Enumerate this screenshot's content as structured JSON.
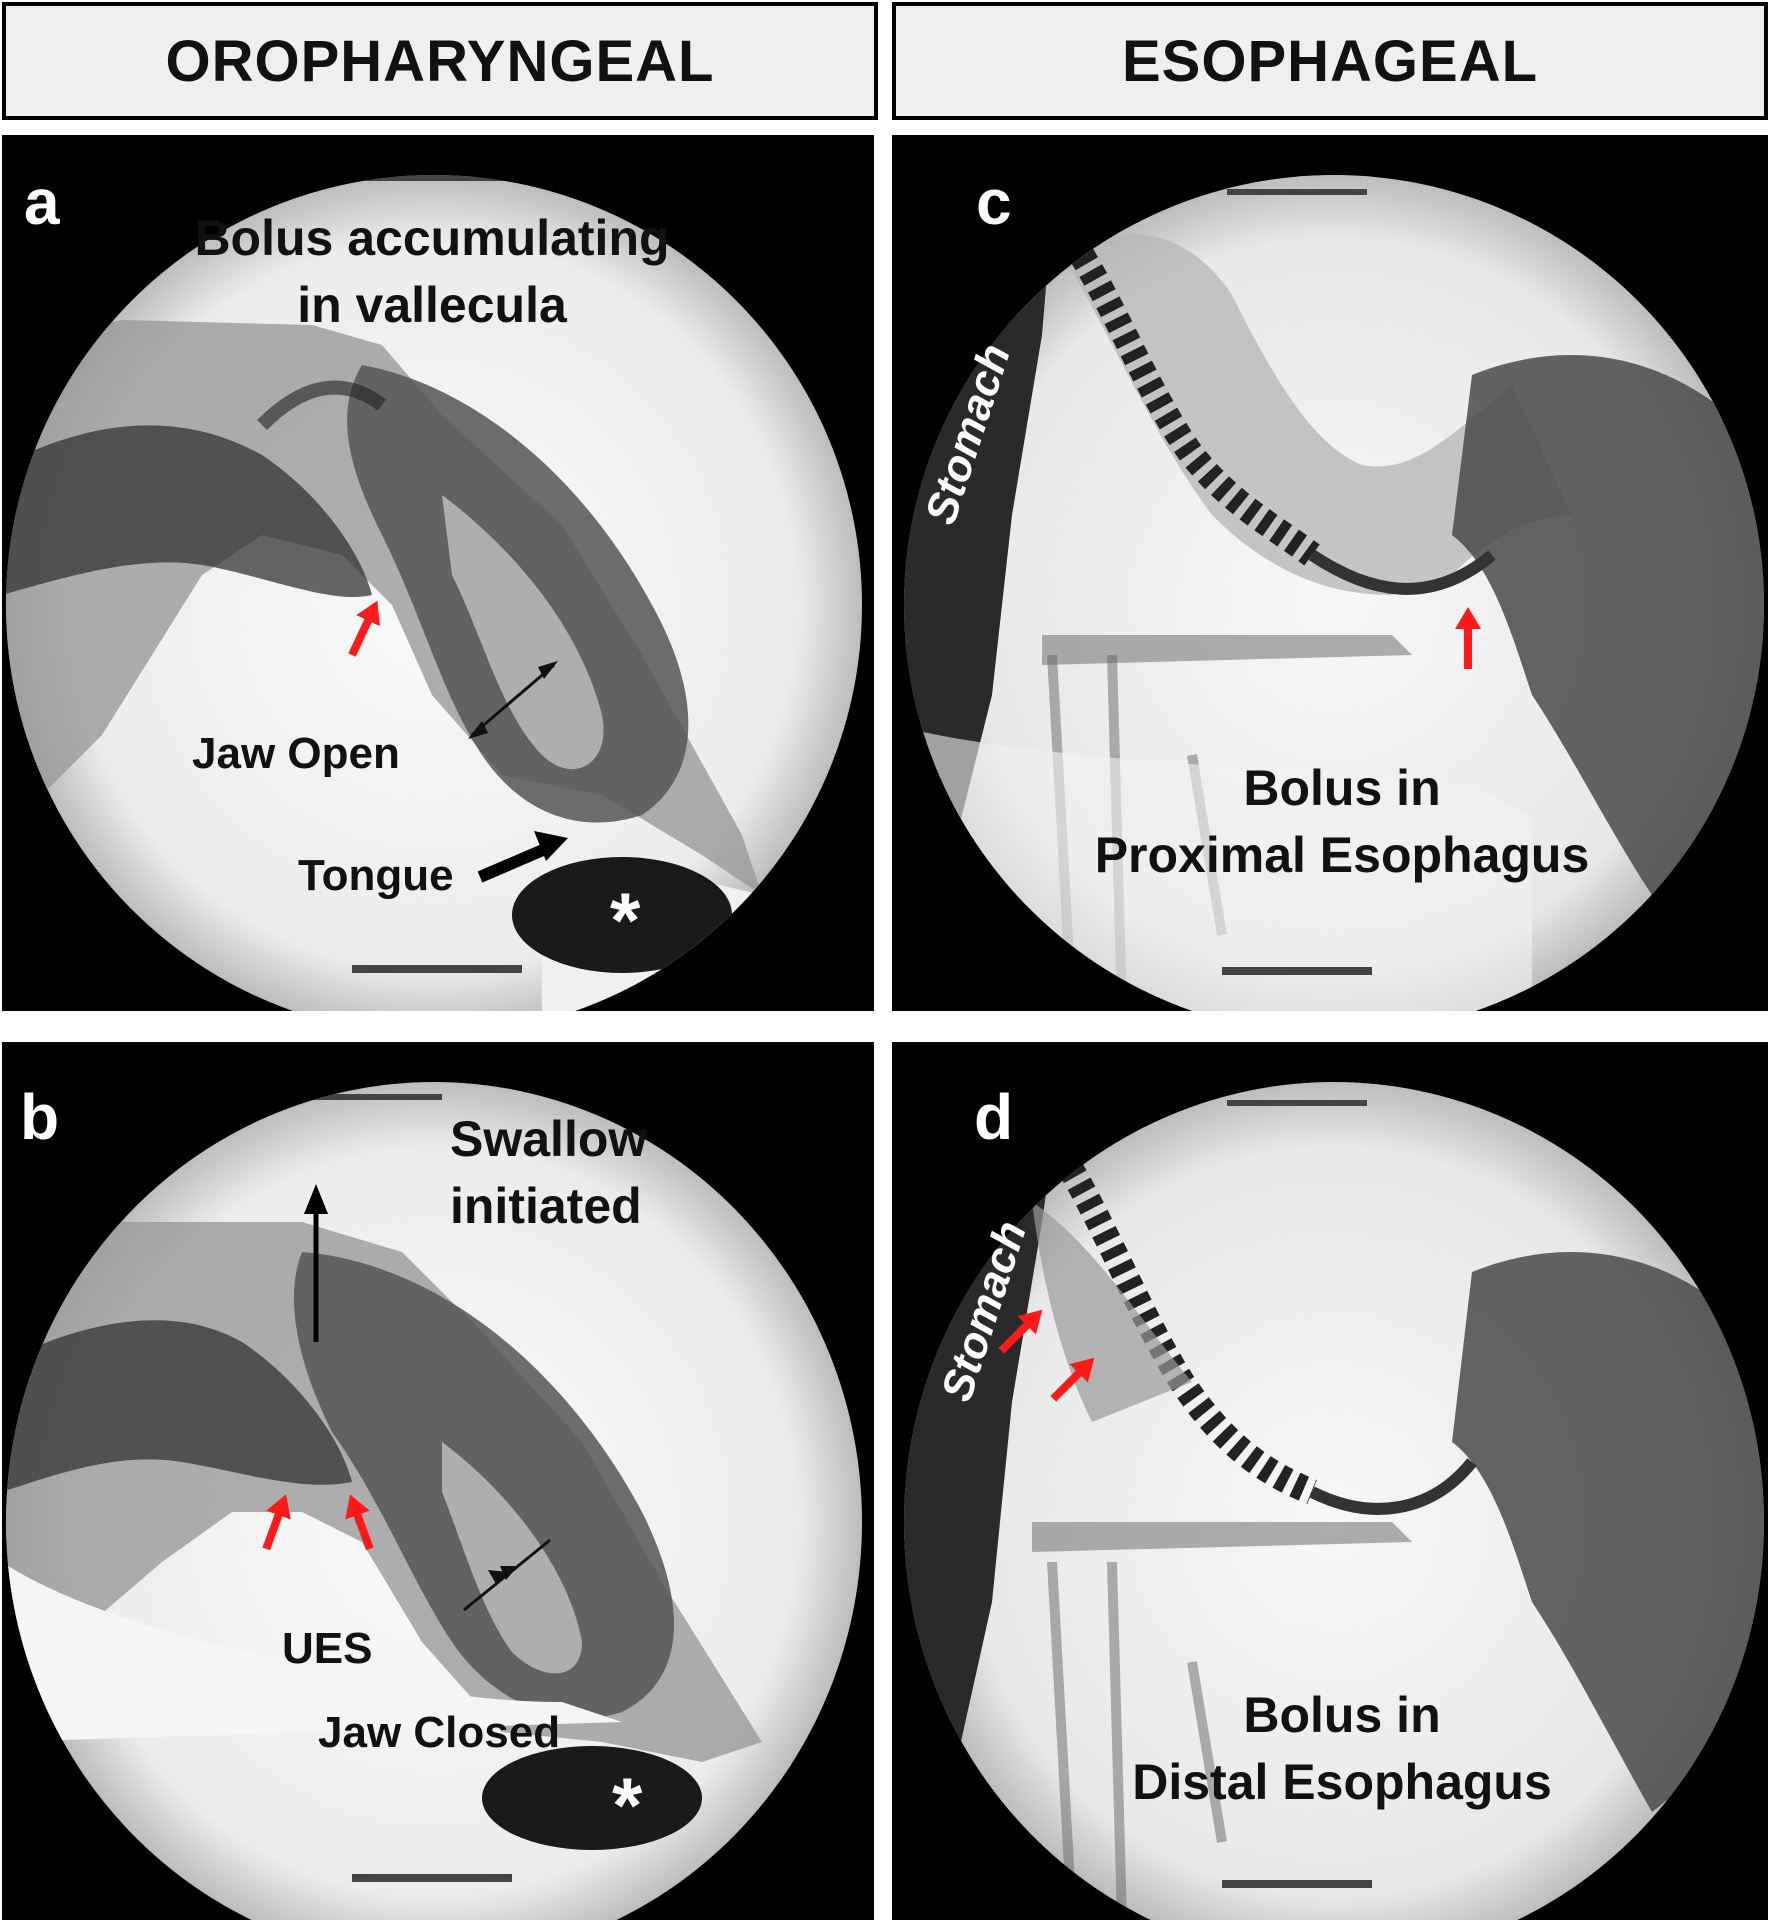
{
  "headers": {
    "left": "OROPHARYNGEAL",
    "right": "ESOPHAGEAL"
  },
  "panels": {
    "a": {
      "letter": "a",
      "caption_line1": "Bolus accumulating",
      "caption_line2": "in vallecula",
      "jaw_label": "Jaw Open",
      "tongue_label": "Tongue",
      "marker": "*"
    },
    "b": {
      "letter": "b",
      "caption_line1": "Swallow",
      "caption_line2": "initiated",
      "ues_label": "UES",
      "jaw_label": "Jaw Closed",
      "marker": "*"
    },
    "c": {
      "letter": "c",
      "stomach_label": "Stomach",
      "caption_line1": "Bolus in",
      "caption_line2": "Proximal Esophagus"
    },
    "d": {
      "letter": "d",
      "stomach_label": "Stomach",
      "caption_line1": "Bolus in",
      "caption_line2": "Distal Esophagus"
    }
  },
  "colors": {
    "arrow_red": "#ff1a1a",
    "background": "#000000",
    "field": "#f2f2f2",
    "header_bg": "#efefef"
  }
}
